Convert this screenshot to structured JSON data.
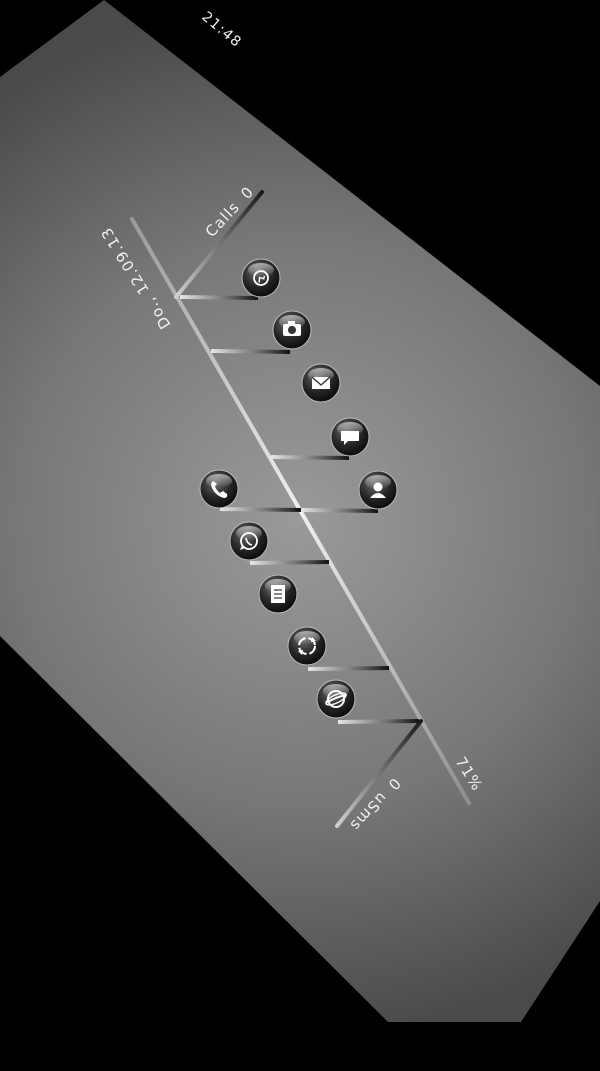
{
  "status_bar": {
    "time": "21:48"
  },
  "widgets": {
    "calls_label": "Calls",
    "calls_count": "0",
    "sms_label": "uSms",
    "sms_count": "0",
    "date": "Do., 12.09.13",
    "battery": "71%"
  },
  "icons": {
    "upper_branch": [
      "gallery-icon",
      "camera-icon",
      "email-icon",
      "messaging-icon",
      "contacts-icon"
    ],
    "lower_branch": [
      "phone-icon",
      "whatsapp-icon",
      "notes-icon",
      "sync-icon",
      "browser-icon"
    ]
  },
  "colors": {
    "screen_outer": "#000000",
    "panel_center": "#8c8c8c",
    "panel_edge": "#4e4e4e",
    "line": "#bdbdbd",
    "text": "#f2f2f2"
  }
}
